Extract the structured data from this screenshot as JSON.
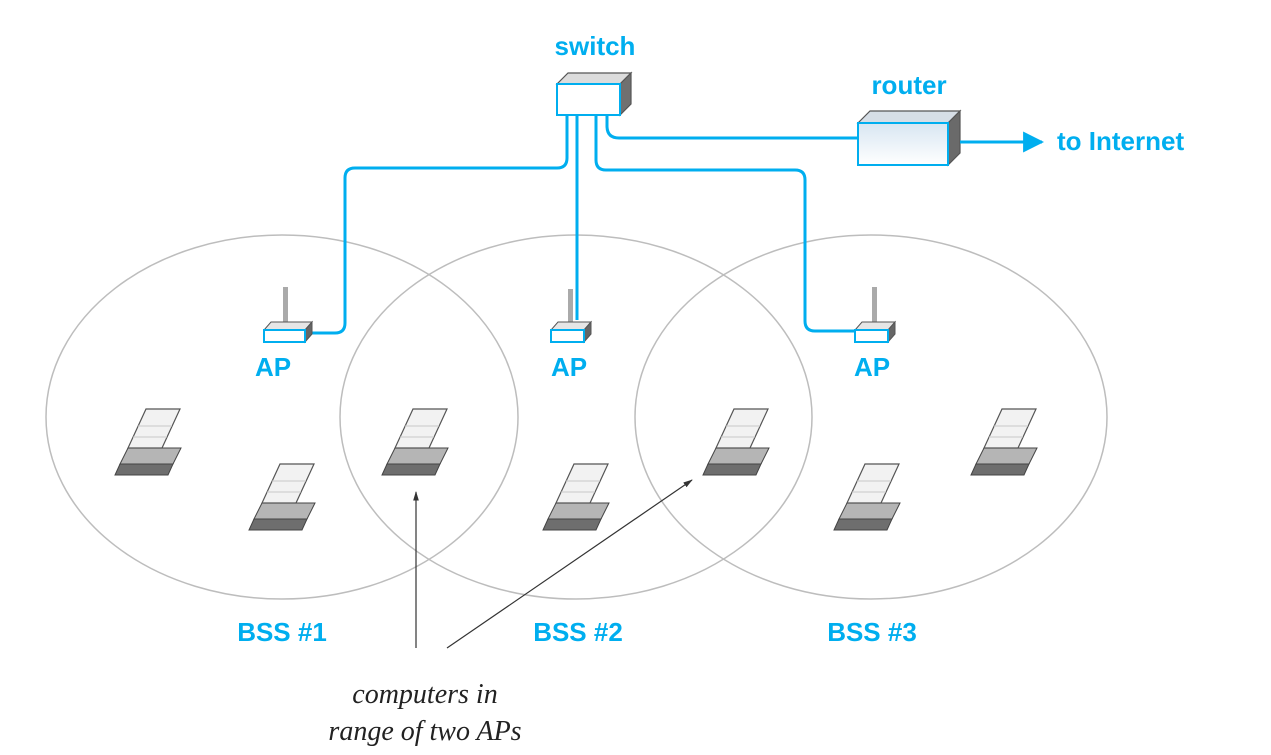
{
  "labels": {
    "switch": "switch",
    "router": "router",
    "internet": "to Internet",
    "ap1": "AP",
    "ap2": "AP",
    "ap3": "AP",
    "bss1": "BSS #1",
    "bss2": "BSS #2",
    "bss3": "BSS #3",
    "note_line1": "computers in",
    "note_line2": "range of two APs"
  },
  "colors": {
    "accent": "#00AEEF",
    "circle": "#bdbdbd",
    "device_light": "#f2f2f2",
    "device_dark": "#555555",
    "laptop": "#b5b5b5",
    "arrow": "#333333"
  }
}
